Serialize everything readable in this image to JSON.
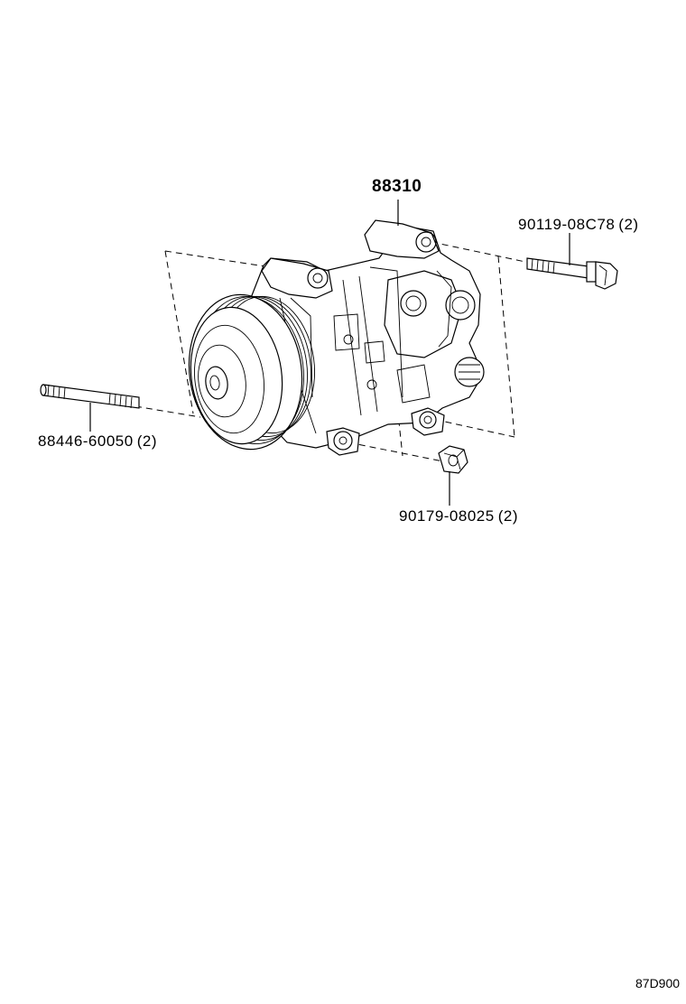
{
  "parts": {
    "compressor": {
      "number": "88310"
    },
    "bolt": {
      "number": "90119-08C78",
      "qty": "(2)"
    },
    "stud": {
      "number": "88446-60050",
      "qty": "(2)"
    },
    "nut": {
      "number": "90179-08025",
      "qty": "(2)"
    }
  },
  "diagram_ref": "87D900"
}
